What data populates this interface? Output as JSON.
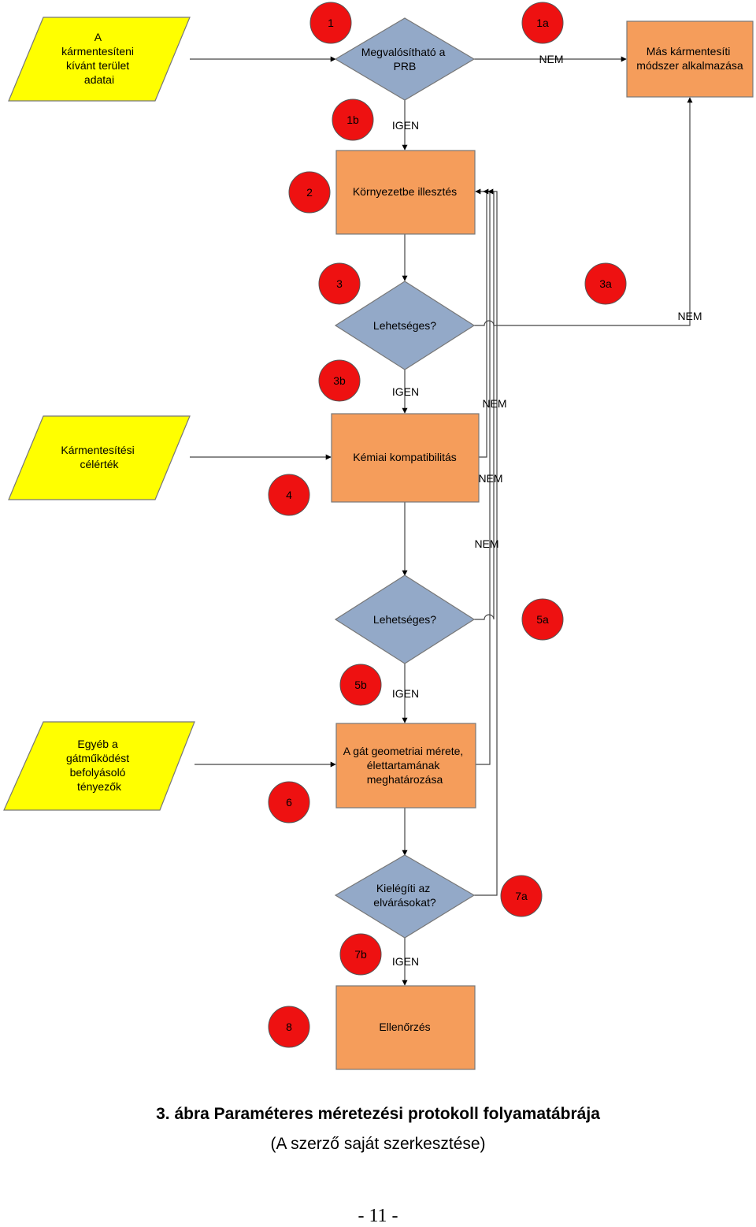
{
  "inputs": {
    "input1": [
      "A",
      "kármentesíteni",
      "kívánt terület",
      "adatai"
    ],
    "input2": [
      "Kármentesítési",
      "célérték"
    ],
    "input3": [
      "Egyéb a",
      "gátműködést",
      "befolyásoló",
      "tényezők"
    ]
  },
  "decisions": {
    "d1": [
      "Megvalósítható a",
      "PRB"
    ],
    "d3": [
      "Lehetséges?"
    ],
    "d5": [
      "Lehetséges?"
    ],
    "d7": [
      "Kielégíti az",
      "elvárásokat?"
    ]
  },
  "processes": {
    "p_alt": [
      "Más kármentesíti",
      "módszer alkalmazása"
    ],
    "p2": [
      "Környezetbe illesztés"
    ],
    "p4": [
      "Kémiai kompatibilitás"
    ],
    "p6": [
      "A gát geometriai mérete,",
      "élettartamának",
      "meghatározása"
    ],
    "p8": [
      "Ellenőrzés"
    ]
  },
  "markers": {
    "m1": "1",
    "m1a": "1a",
    "m1b": "1b",
    "m2": "2",
    "m3": "3",
    "m3a": "3a",
    "m3b": "3b",
    "m4": "4",
    "m5a": "5a",
    "m5b": "5b",
    "m6": "6",
    "m7a": "7a",
    "m7b": "7b",
    "m8": "8"
  },
  "edge_labels": {
    "nem1": "NEM",
    "igen1": "IGEN",
    "nem3": "NEM",
    "igen3": "IGEN",
    "nem_a": "NEM",
    "nem_b": "NEM",
    "nem_c": "NEM",
    "igen5": "IGEN",
    "igen7": "IGEN"
  },
  "caption": {
    "title": "3. ábra Paraméteres méretezési protokoll folyamatábrája",
    "subtitle": "(A szerző saját szerkesztése)",
    "page_number": "- 11 -"
  },
  "colors": {
    "input_fill": "#ffff00",
    "decision_fill": "#93a9c8",
    "process_fill": "#f59d5b",
    "marker_fill": "#ee1111"
  }
}
